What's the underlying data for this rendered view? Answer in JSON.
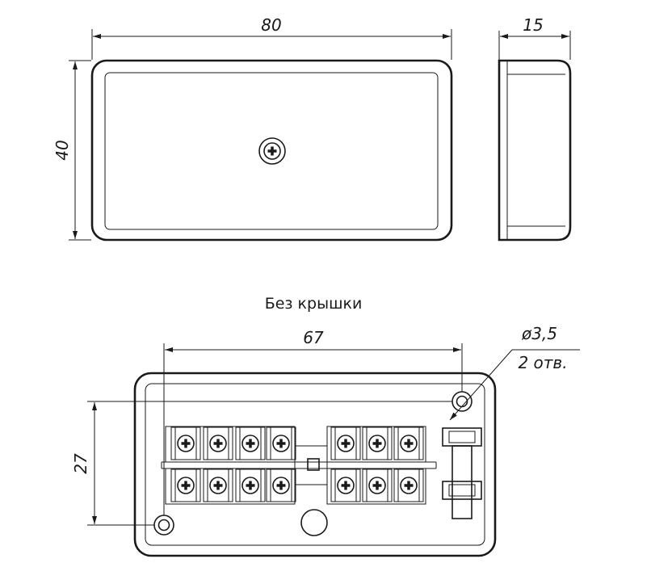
{
  "front_view": {
    "width_dim": "80",
    "height_dim": "40"
  },
  "side_view": {
    "depth_dim": "15"
  },
  "bottom_view": {
    "caption": "Без крышки",
    "hole_spacing_dim": "67",
    "vertical_spacing_dim": "27",
    "hole_diameter": "ø3,5",
    "hole_count": "2 отв."
  }
}
